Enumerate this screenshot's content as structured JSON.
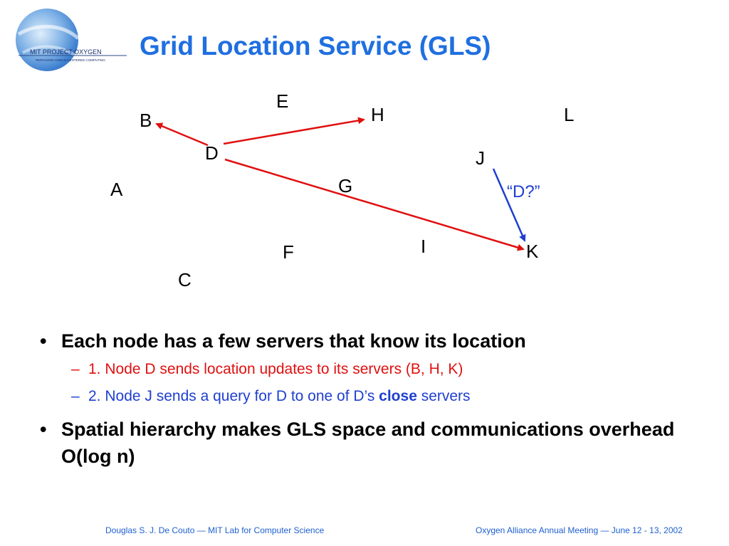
{
  "logo": {
    "text": "MIT PROJECT OXYGEN",
    "subtext": "PERVASIVE HUMAN-CENTERED COMPUTING"
  },
  "title": "Grid Location Service (GLS)",
  "diagram": {
    "nodes": [
      {
        "id": "E",
        "label": "E"
      },
      {
        "id": "H",
        "label": "H"
      },
      {
        "id": "L",
        "label": "L"
      },
      {
        "id": "B",
        "label": "B"
      },
      {
        "id": "D",
        "label": "D"
      },
      {
        "id": "J",
        "label": "J"
      },
      {
        "id": "A",
        "label": "A"
      },
      {
        "id": "G",
        "label": "G"
      },
      {
        "id": "I",
        "label": "I"
      },
      {
        "id": "F",
        "label": "F"
      },
      {
        "id": "K",
        "label": "K"
      },
      {
        "id": "C",
        "label": "C"
      }
    ],
    "edges": [
      {
        "from": "D",
        "to": "B",
        "color": "#e01010"
      },
      {
        "from": "D",
        "to": "H",
        "color": "#e01010"
      },
      {
        "from": "D",
        "to": "K",
        "color": "#e01010"
      },
      {
        "from": "J",
        "to": "K",
        "color": "#1f3fd0"
      }
    ],
    "query_label": "“D?”"
  },
  "bullets": {
    "item1": "Each node has a few servers that know its location",
    "sub1": "1. Node D sends location updates to its servers (B, H, K)",
    "sub2_before": "2. Node J sends a query for D to one of D’s ",
    "sub2_bold": "close",
    "sub2_after": " servers",
    "item2": "Spatial hierarchy makes GLS space and communications overhead O(log n)",
    "bullet_char": "•",
    "dash_char": "–"
  },
  "footer": {
    "left": "Douglas S. J. De Couto  — MIT Lab for Computer Science",
    "right": "Oxygen Alliance Annual Meeting — June 12 - 13, 2002"
  },
  "colors": {
    "title": "#1f6fe0",
    "update_edge": "#e01010",
    "query_edge": "#1f3fd0"
  }
}
